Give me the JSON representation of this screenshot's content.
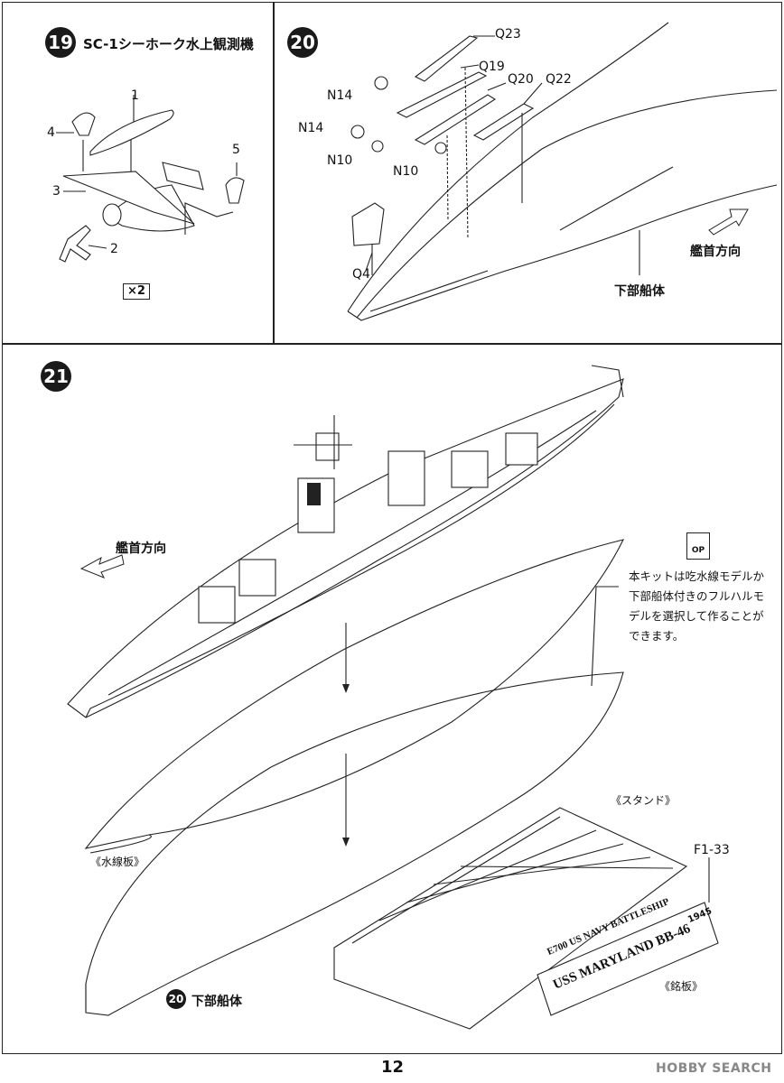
{
  "steps": [
    {
      "number": "19",
      "title": "SC-1シーホーク水上観測機",
      "multiplier": "×2",
      "parts": [
        "1",
        "2",
        "3",
        "4",
        "5"
      ]
    },
    {
      "number": "20",
      "parts": [
        "Q23",
        "Q19",
        "Q20",
        "Q22",
        "N14",
        "N14",
        "N10",
        "N10",
        "Q4"
      ],
      "direction_label": "艦首方向",
      "hull_label": "下部船体"
    },
    {
      "number": "21",
      "direction_label": "艦首方向",
      "op_icon_label": "OP",
      "note": "本キットは吃水線モデルか下部船体付きのフルハルモデルを選択して作ることができます。",
      "waterline_label": "《水線板》",
      "stand_label": "《スタンド》",
      "nameplate_label": "《銘板》",
      "nameplate_part": "F1-33",
      "nameplate_line1": "E700 US NAVY BATTLESHIP",
      "nameplate_line2": "USS MARYLAND BB-46",
      "nameplate_year": "1945",
      "ref_step": "20",
      "ref_label": "下部船体"
    }
  ],
  "page_number": "12",
  "watermark": "HOBBY SEARCH"
}
